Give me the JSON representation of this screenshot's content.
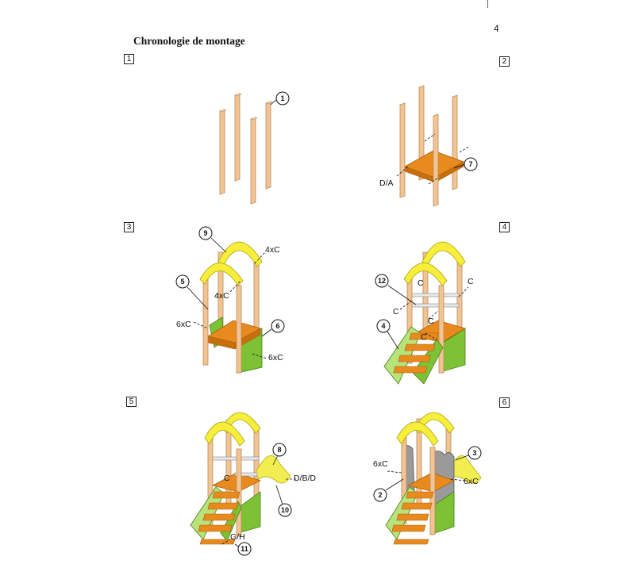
{
  "page": {
    "number": "4",
    "title": "Chronologie de montage"
  },
  "steps": [
    {
      "number": "1",
      "callouts": [
        "1"
      ],
      "labels": []
    },
    {
      "number": "2",
      "callouts": [
        "7"
      ],
      "labels": [
        "D/A"
      ]
    },
    {
      "number": "3",
      "callouts": [
        "9",
        "5",
        "6"
      ],
      "labels": [
        "4xC",
        "4xC",
        "6xC",
        "6xC"
      ]
    },
    {
      "number": "4",
      "callouts": [
        "12",
        "4"
      ],
      "labels": [
        "C",
        "C",
        "C",
        "C",
        "C"
      ]
    },
    {
      "number": "5",
      "callouts": [
        "8",
        "10",
        "11"
      ],
      "labels": [
        "C",
        "D/B/D",
        "G/H"
      ]
    },
    {
      "number": "6",
      "callouts": [
        "3",
        "2"
      ],
      "labels": [
        "6xC",
        "6xC"
      ]
    }
  ],
  "colors": {
    "wood": "#f2c493",
    "deck": "#e88a1e",
    "arch": "#f6ee3a",
    "panel": "#7cc234",
    "slide": "#f2ee52",
    "grey_panel": "#9a9a9a"
  }
}
